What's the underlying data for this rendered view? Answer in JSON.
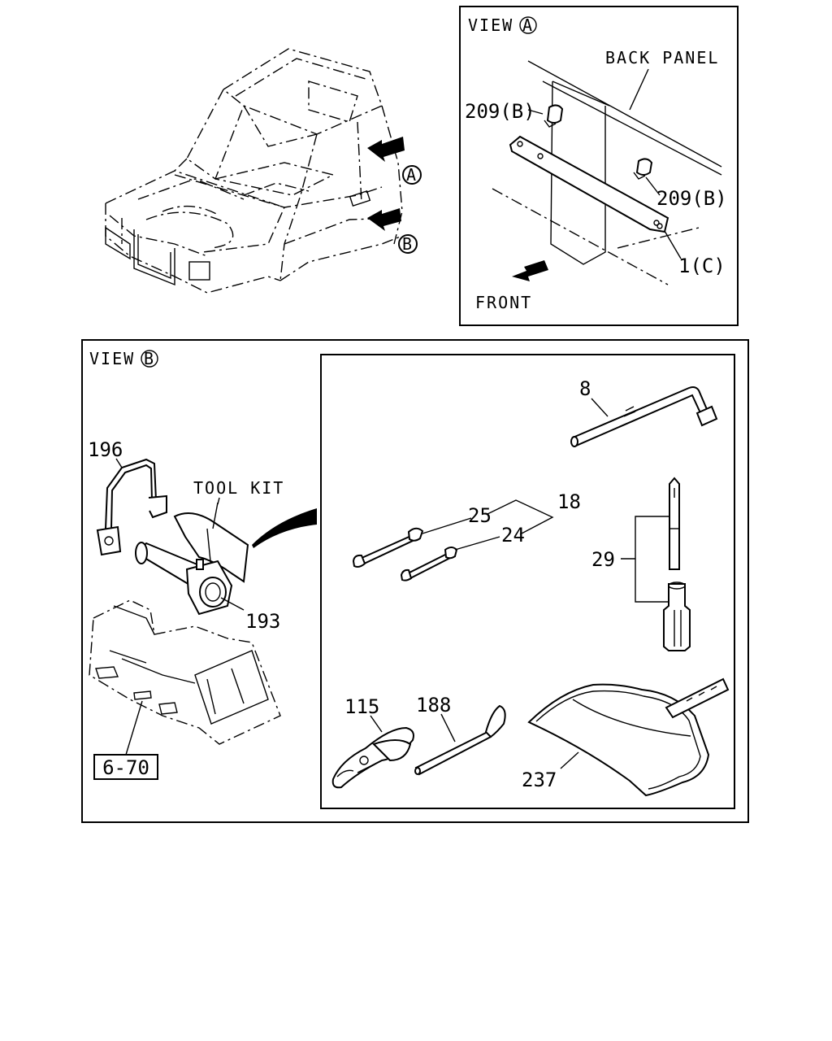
{
  "overview": {
    "callout_a": "A",
    "callout_b": "B"
  },
  "view_a": {
    "title_prefix": "VIEW",
    "title_letter": "A",
    "back_panel_label": "BACK PANEL",
    "part_209b_upper": "209(B)",
    "part_209b_lower": "209(B)",
    "part_1c": "1(C)",
    "front_label": "FRONT"
  },
  "view_b": {
    "title_prefix": "VIEW",
    "title_letter": "B",
    "part_196": "196",
    "tool_kit_label": "TOOL KIT",
    "part_193": "193",
    "ref_6_70": "6-70"
  },
  "tool_kit": {
    "part_8": "8",
    "part_18": "18",
    "part_25": "25",
    "part_24": "24",
    "part_29": "29",
    "part_115": "115",
    "part_188": "188",
    "part_237": "237"
  }
}
